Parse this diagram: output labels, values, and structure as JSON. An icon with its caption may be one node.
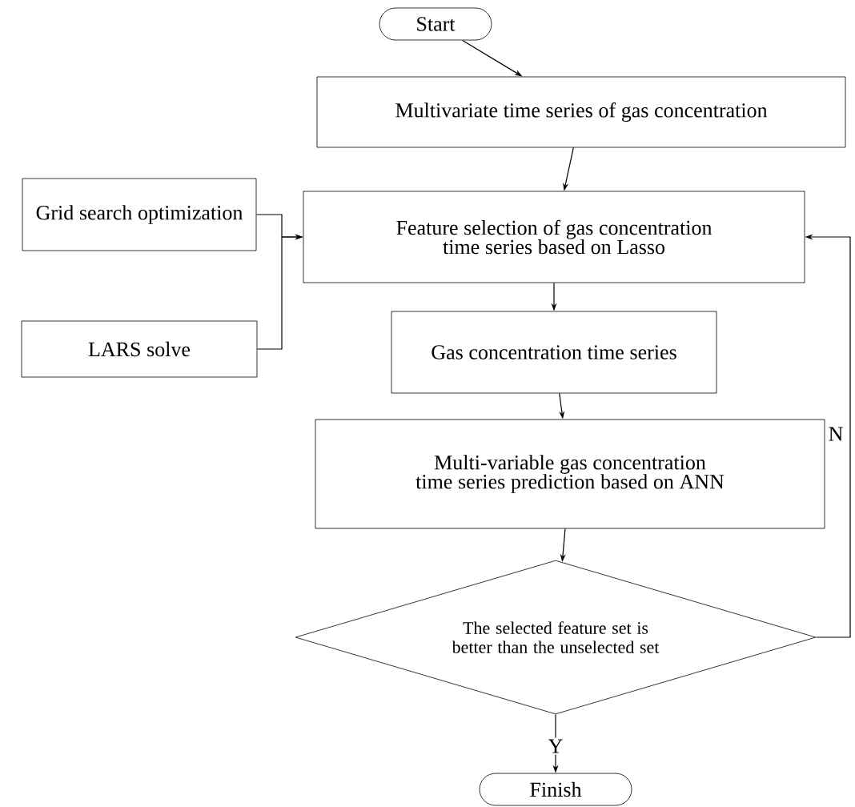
{
  "diagram": {
    "nodes": [
      {
        "text": [
          "Start"
        ]
      },
      {
        "text": [
          "Multivariate time series of gas concentration"
        ]
      },
      {
        "text": [
          "Grid search optimization"
        ]
      },
      {
        "text": [
          "Feature selection of gas concentration time series based on Lasso"
        ]
      },
      {
        "text": [
          "LARS solve"
        ]
      },
      {
        "text": [
          "Gas concentration time series"
        ]
      },
      {
        "text": [
          "Multi-variable gas concentration time series prediction based on ANN"
        ]
      },
      {
        "text": [
          "The selected feature set is better than the unselected set"
        ]
      },
      {
        "text": [
          "Finish"
        ]
      }
    ],
    "edges": [
      {
        "from": 0,
        "to": 1,
        "arrow": "to"
      },
      {
        "from": 1,
        "to": 3,
        "arrow": "to"
      },
      {
        "from": 2,
        "to": 3,
        "arrow": "to"
      },
      {
        "from": 4,
        "to": 3,
        "arrow": "to"
      },
      {
        "from": 3,
        "to": 5,
        "arrow": "to"
      },
      {
        "from": 5,
        "to": 6,
        "arrow": "to"
      },
      {
        "from": 6,
        "to": 7,
        "arrow": "to"
      },
      {
        "from": 7,
        "to": 8,
        "arrow": "to",
        "label": "Y"
      },
      {
        "from": 7,
        "to": 3,
        "arrow": "to",
        "label": "N"
      }
    ]
  }
}
